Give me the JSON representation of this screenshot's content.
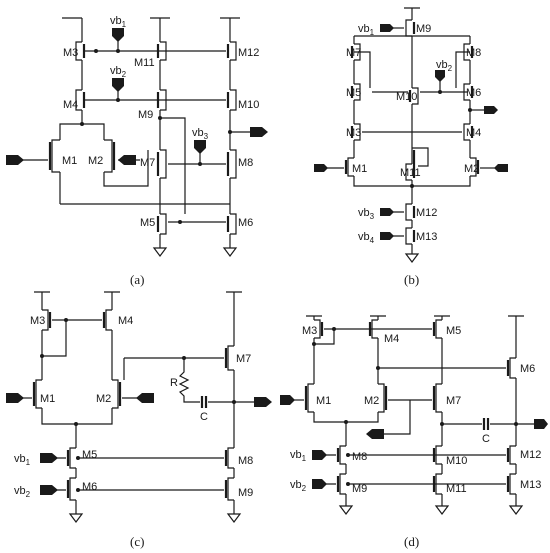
{
  "panels": {
    "a": {
      "caption": "(a)",
      "transistors": [
        "M1",
        "M2",
        "M3",
        "M4",
        "M5",
        "M6",
        "M7",
        "M8",
        "M9",
        "M10",
        "M11",
        "M12"
      ],
      "bias": [
        "vb1",
        "vb2",
        "vb3"
      ]
    },
    "b": {
      "caption": "(b)",
      "transistors": [
        "M1",
        "M2",
        "M3",
        "M4",
        "M5",
        "M6",
        "M7",
        "M8",
        "M9",
        "M10",
        "M11",
        "M12",
        "M13"
      ],
      "bias": [
        "vb1",
        "vb2",
        "vb3",
        "vb4"
      ]
    },
    "c": {
      "caption": "(c)",
      "transistors": [
        "M1",
        "M2",
        "M3",
        "M4",
        "M5",
        "M6",
        "M7",
        "M8",
        "M9"
      ],
      "passives": [
        "R",
        "C"
      ],
      "bias": [
        "vb1",
        "vb2"
      ]
    },
    "d": {
      "caption": "(d)",
      "transistors": [
        "M1",
        "M2",
        "M3",
        "M4",
        "M5",
        "M6",
        "M7",
        "M8",
        "M9",
        "M10",
        "M11",
        "M12",
        "M13"
      ],
      "passives": [
        "C"
      ],
      "bias": [
        "vb1",
        "vb2"
      ]
    }
  }
}
